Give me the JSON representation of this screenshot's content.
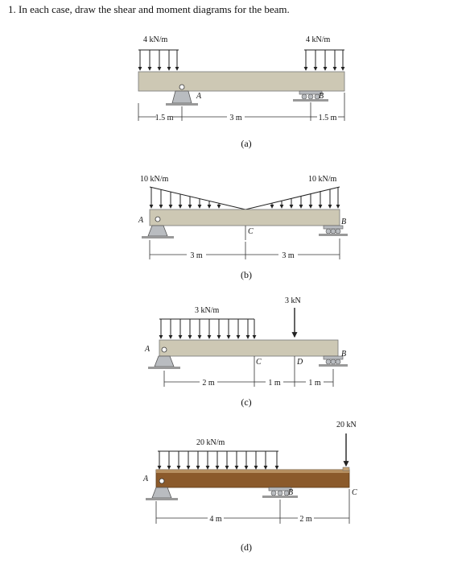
{
  "question": "1. In each case, draw the shear and moment diagrams for the beam.",
  "figures": {
    "a": {
      "caption": "(a)",
      "load_left": "4 kN/m",
      "load_right": "4 kN/m",
      "support_left": "A",
      "support_right": "B",
      "dim_left": "1.5 m",
      "dim_mid": "3 m",
      "dim_right": "1.5 m"
    },
    "b": {
      "caption": "(b)",
      "load_left": "10 kN/m",
      "load_right": "10 kN/m",
      "support_left": "A",
      "support_right": "B",
      "point_c": "C",
      "dim_left": "3 m",
      "dim_right": "3 m"
    },
    "c": {
      "caption": "(c)",
      "dist_load": "3 kN/m",
      "point_load": "3 kN",
      "support_left": "A",
      "support_right": "B",
      "point_c": "C",
      "point_d": "D",
      "dim_1": "2 m",
      "dim_2": "1 m",
      "dim_3": "1 m"
    },
    "d": {
      "caption": "(d)",
      "dist_load": "20 kN/m",
      "point_load": "20 kN",
      "support_left": "A",
      "support_b": "B",
      "point_c": "C",
      "dim_1": "4 m",
      "dim_2": "2 m"
    }
  },
  "colors": {
    "beam_tan": "#cdc8b4",
    "beam_brown": "#8b5a2b",
    "support_gray": "#b9bcc0"
  }
}
